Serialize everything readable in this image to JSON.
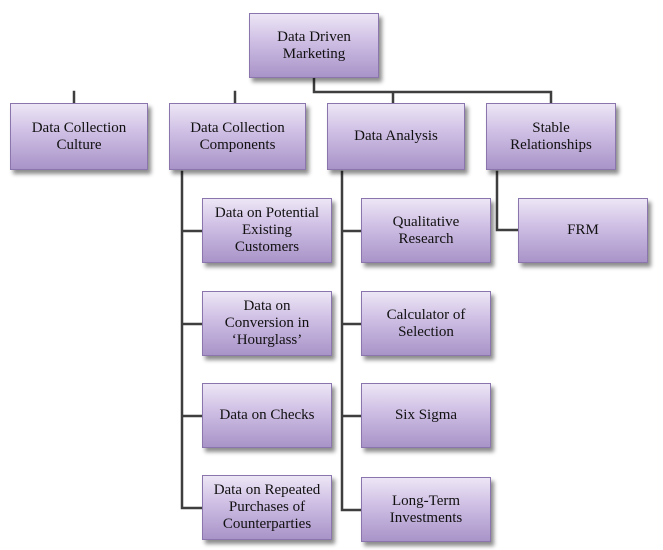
{
  "colors": {
    "box_top": "#ede6f6",
    "box_bottom": "#a994c8",
    "box_border": "#8a76ac",
    "connector": "#3e3e3e"
  },
  "root": {
    "label": "Data Driven\nMarketing"
  },
  "branches": [
    {
      "label": "Data Collection\nCulture",
      "children": []
    },
    {
      "label": "Data Collection\nComponents",
      "children": [
        "Data on Potential\nExisting\nCustomers",
        "Data on\nConversion in\n‘Hourglass’",
        "Data on Checks",
        "Data on Repeated\nPurchases of\nCounterparties"
      ]
    },
    {
      "label": "Data Analysis",
      "children": [
        "Qualitative\nResearch",
        "Calculator of\nSelection",
        "Six Sigma",
        "Long-Term\nInvestments"
      ]
    },
    {
      "label": "Stable\nRelationships",
      "children": [
        "FRM"
      ]
    }
  ]
}
